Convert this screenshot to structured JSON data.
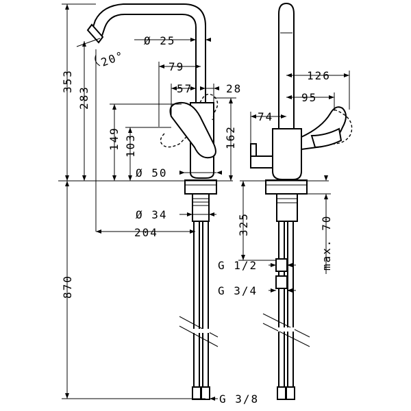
{
  "dimensions": {
    "d25": "Ø 25",
    "angle20": "20°",
    "d79": "79",
    "d57": "57",
    "d28": "28",
    "d353": "353",
    "d283": "283",
    "d149": "149",
    "d103": "103",
    "d162": "162",
    "d50": "Ø 50",
    "d34": "Ø 34",
    "d204": "204",
    "d870": "870",
    "d126": "126",
    "d95": "95",
    "d74": "74",
    "d325": "325",
    "max70": "max. 70",
    "g12": "G 1/2",
    "g34": "G 3/4",
    "g38": "G 3/8"
  }
}
